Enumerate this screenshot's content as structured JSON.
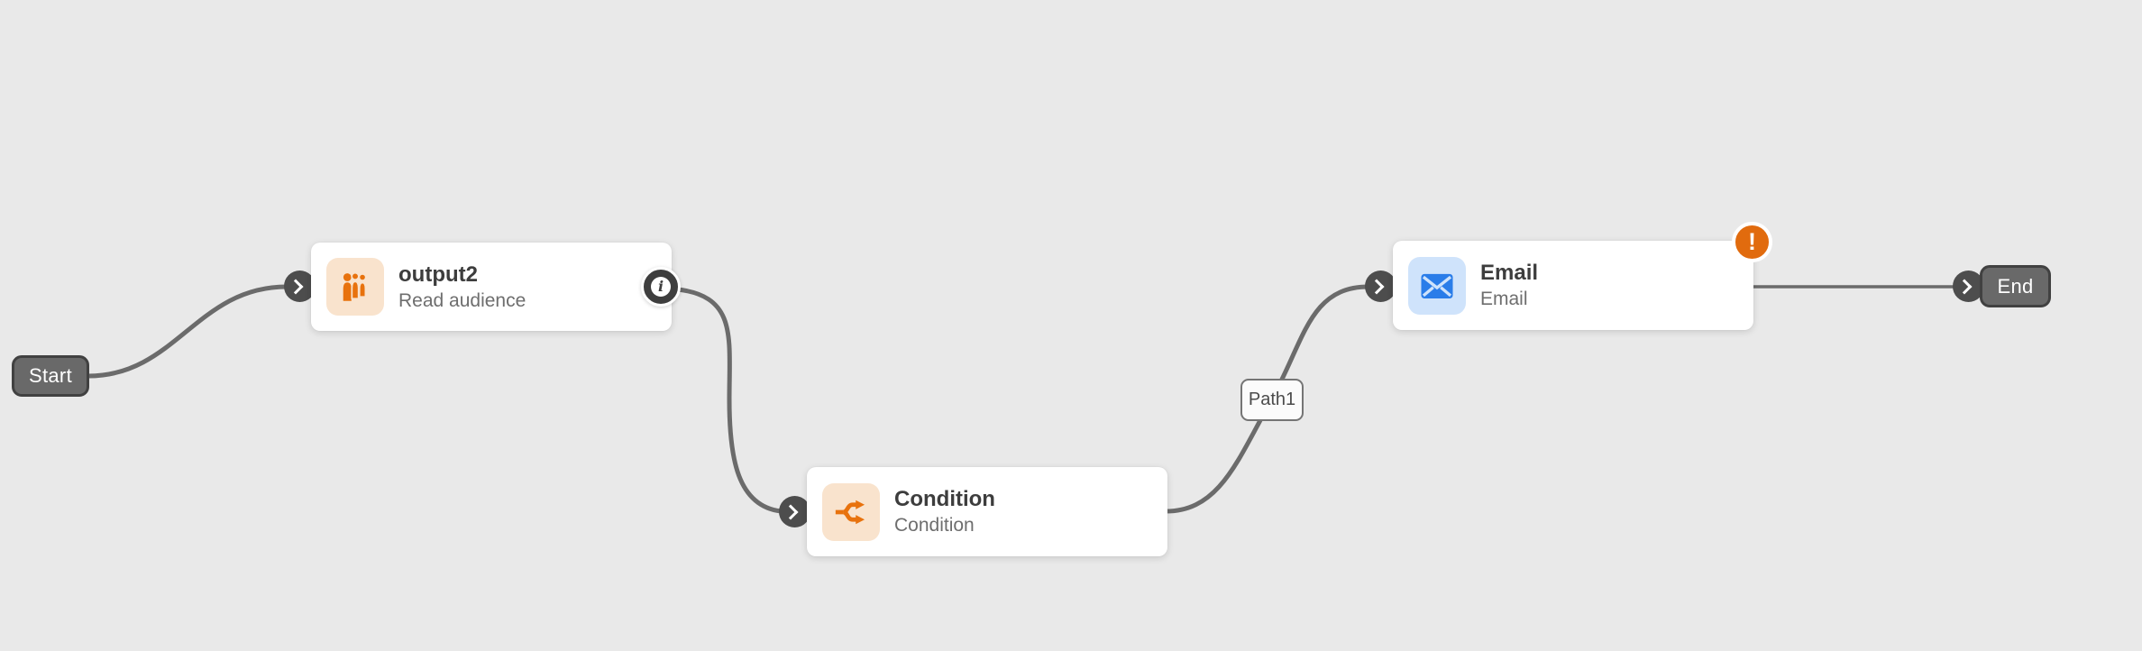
{
  "colors": {
    "background": "#e9e9e9",
    "connector": "#6b6b6b",
    "orange_accent": "#e8720d",
    "orange_tile_bg": "#f9e3cd",
    "blue_accent": "#2a7de9",
    "blue_tile_bg": "#cfe3fb",
    "warning_badge": "#e16b0e",
    "terminal_fill": "#696969"
  },
  "flow": {
    "start": {
      "label": "Start"
    },
    "end": {
      "label": "End"
    },
    "nodes": [
      {
        "id": "output2",
        "title": "output2",
        "subtitle": "Read audience",
        "icon": "audience-icon",
        "accent": "#e8720d"
      },
      {
        "id": "condition",
        "title": "Condition",
        "subtitle": "Condition",
        "icon": "condition-split-icon",
        "accent": "#e8720d"
      },
      {
        "id": "email",
        "title": "Email",
        "subtitle": "Email",
        "icon": "email-icon",
        "accent": "#2a7de9",
        "has_warning": true
      }
    ],
    "transition_labels": [
      {
        "id": "path1",
        "label": "Path1"
      }
    ],
    "badges": {
      "info": "i",
      "warning": "!"
    }
  }
}
